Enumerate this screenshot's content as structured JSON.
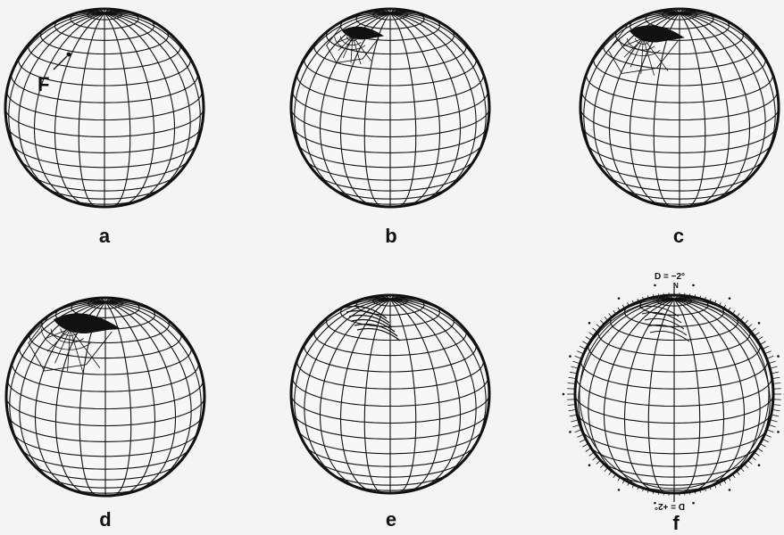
{
  "panels": [
    {
      "id": "a",
      "label": "a",
      "feature": "point"
    },
    {
      "id": "b",
      "label": "b",
      "feature": "small-region"
    },
    {
      "id": "c",
      "label": "c",
      "feature": "medium-region"
    },
    {
      "id": "d",
      "label": "d",
      "feature": "large-region"
    },
    {
      "id": "e",
      "label": "e",
      "feature": "arc-traces"
    },
    {
      "id": "f",
      "label": "f",
      "feature": "tick-rim"
    }
  ],
  "annotations": {
    "feature_letter": "F",
    "top_declination": "D = −2°",
    "bottom_declination": "D = +2°",
    "north_mark": "N"
  },
  "colors": {
    "background": "#f4f4f4",
    "ink": "#111111"
  }
}
